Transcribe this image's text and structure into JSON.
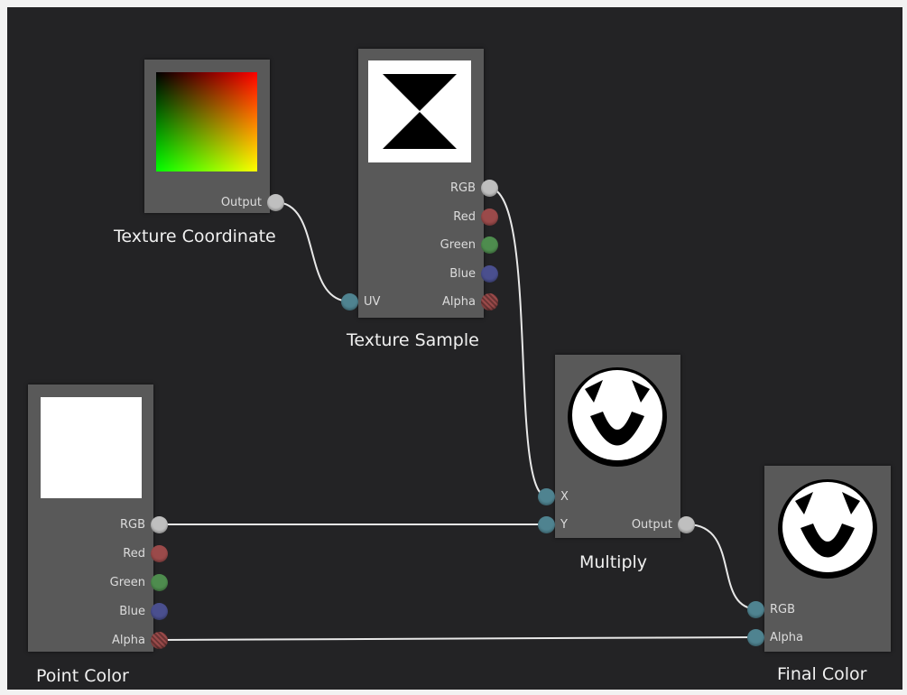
{
  "nodes": {
    "texture_coordinate": {
      "title": "Texture Coordinate",
      "output_label": "Output"
    },
    "texture_sample": {
      "title": "Texture Sample",
      "outputs": [
        "RGB",
        "Red",
        "Green",
        "Blue",
        "Alpha"
      ],
      "input_label": "UV"
    },
    "multiply": {
      "title": "Multiply",
      "inputs": [
        "X",
        "Y"
      ],
      "output_label": "Output"
    },
    "point_color": {
      "title": "Point Color",
      "outputs": [
        "RGB",
        "Red",
        "Green",
        "Blue",
        "Alpha"
      ]
    },
    "final_color": {
      "title": "Final Color",
      "inputs": [
        "RGB",
        "Alpha"
      ]
    }
  },
  "colors": {
    "canvas": "#232325",
    "node": "#595959",
    "wire": "#e8e8e8",
    "port_rgb": "#bfbfbf",
    "port_red": "#9a4a4a",
    "port_green": "#4e8c4e",
    "port_blue": "#4a4f8e",
    "port_input": "#4f8390"
  },
  "connections": [
    {
      "from": "Texture Coordinate.Output",
      "to": "Texture Sample.UV"
    },
    {
      "from": "Texture Sample.RGB",
      "to": "Multiply.X"
    },
    {
      "from": "Point Color.RGB",
      "to": "Multiply.Y"
    },
    {
      "from": "Multiply.Output",
      "to": "Final Color.RGB"
    },
    {
      "from": "Point Color.Alpha",
      "to": "Final Color.Alpha"
    }
  ]
}
